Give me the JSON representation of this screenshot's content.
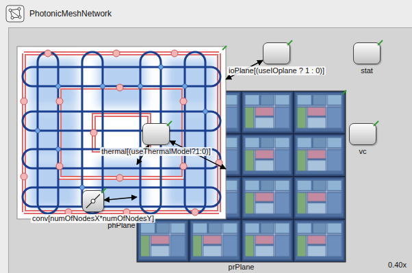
{
  "diagram": {
    "title": "PhotonicMeshNetwork",
    "nodes": [
      {
        "text": [
          "ioPlane[(useIOplane ? 1 : 0)]"
        ]
      },
      {
        "text": [
          "stat"
        ]
      },
      {
        "text": [
          "phPlane"
        ]
      },
      {
        "text": [
          "thermal[(useThermalModel?1:0)]"
        ]
      },
      {
        "text": [
          "vc"
        ]
      },
      {
        "text": [
          "conv[numOfNodesX*numOfNodesY]"
        ]
      },
      {
        "text": [
          "prPlane"
        ]
      }
    ],
    "edges": [
      {
        "from": 0,
        "to": 2,
        "arrow": "both"
      },
      {
        "from": 3,
        "to": 2,
        "arrow": "both"
      },
      {
        "from": 3,
        "to": 6,
        "arrow": "both"
      },
      {
        "from": 5,
        "to": 6,
        "arrow": "both"
      }
    ],
    "labels": [
      "0.40x"
    ]
  }
}
